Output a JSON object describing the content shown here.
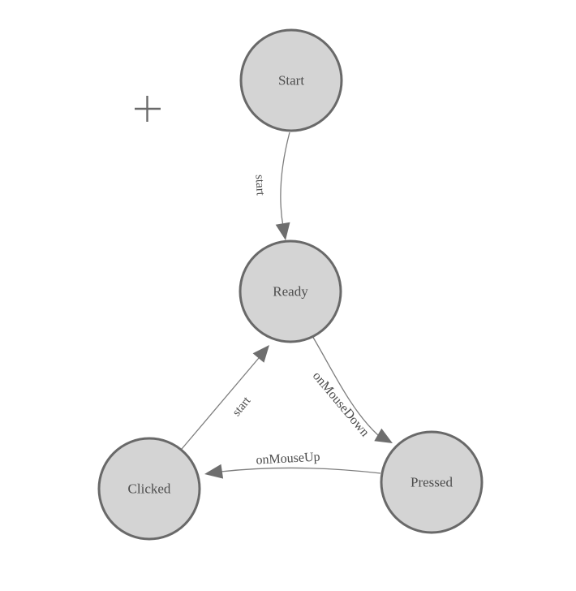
{
  "diagram": {
    "nodes": [
      {
        "label": "Start"
      },
      {
        "label": "Ready"
      },
      {
        "label": "Clicked"
      },
      {
        "label": "Pressed"
      }
    ],
    "edges": [
      {
        "label": "start",
        "from": "Start",
        "to": "Ready"
      },
      {
        "label": "onMouseDown",
        "from": "Ready",
        "to": "Pressed"
      },
      {
        "label": "onMouseUp",
        "from": "Pressed",
        "to": "Clicked"
      },
      {
        "label": "start",
        "from": "Clicked",
        "to": "Ready"
      }
    ],
    "colors": {
      "background": "#ffffff",
      "node_fill": "#d4d4d4",
      "node_stroke": "#696969",
      "node_text": "#4d4d4d",
      "edge_stroke": "#7d7d7d",
      "arrow_fill": "#6e6e6e",
      "edge_label_text": "#4a4a4a",
      "crosshair": "#6a6a6a"
    }
  }
}
